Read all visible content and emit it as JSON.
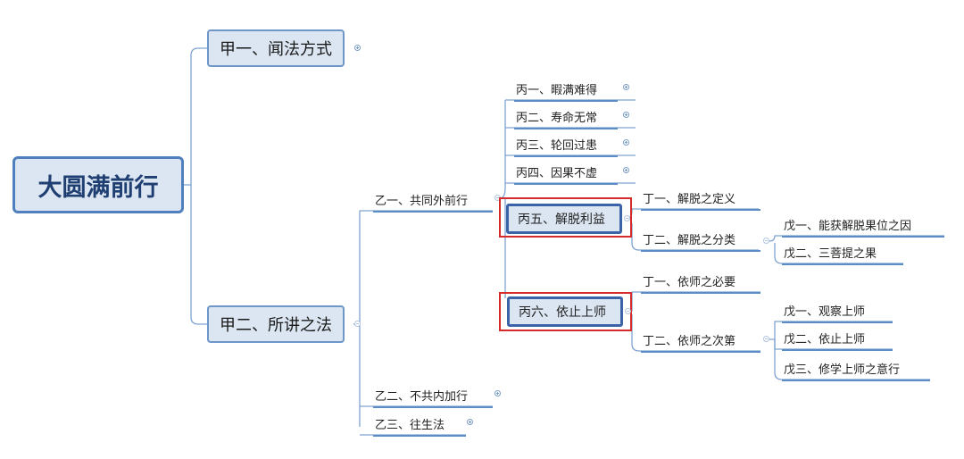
{
  "root": "大圆满前行",
  "jia1": "甲一、闻法方式",
  "jia2": "甲二、所讲之法",
  "yi1": "乙一、共同外前行",
  "yi2": "乙二、不共内加行",
  "yi3": "乙三、往生法",
  "bing": [
    "丙一、暇满难得",
    "丙二、寿命无常",
    "丙三、轮回过患",
    "丙四、因果不虚"
  ],
  "bing5": "丙五、解脱利益",
  "bing6": "丙六、依止上师",
  "ding5": [
    "丁一、解脱之定义",
    "丁二、解脱之分类"
  ],
  "wu5": [
    "戊一、能获解脱果位之因",
    "戊二、三菩提之果"
  ],
  "ding6": [
    "丁一、依师之必要",
    "丁二、依师之次第"
  ],
  "wu6": [
    "戊一、观察上师",
    "戊二、依止上师",
    "戊三、修学上师之意行"
  ],
  "colors": {
    "line": "#6e96c9",
    "highlight": "#d62b2b",
    "node_fill": "#dce6f2"
  }
}
